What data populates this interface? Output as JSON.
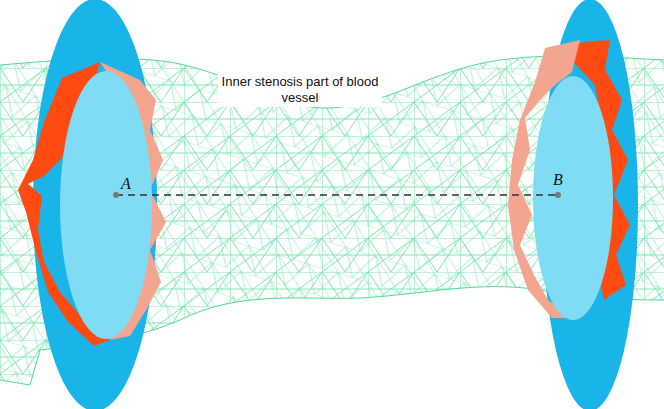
{
  "diagram": {
    "labels": [
      "Inner stenosis part of blood vessel",
      "A",
      "B"
    ]
  }
}
